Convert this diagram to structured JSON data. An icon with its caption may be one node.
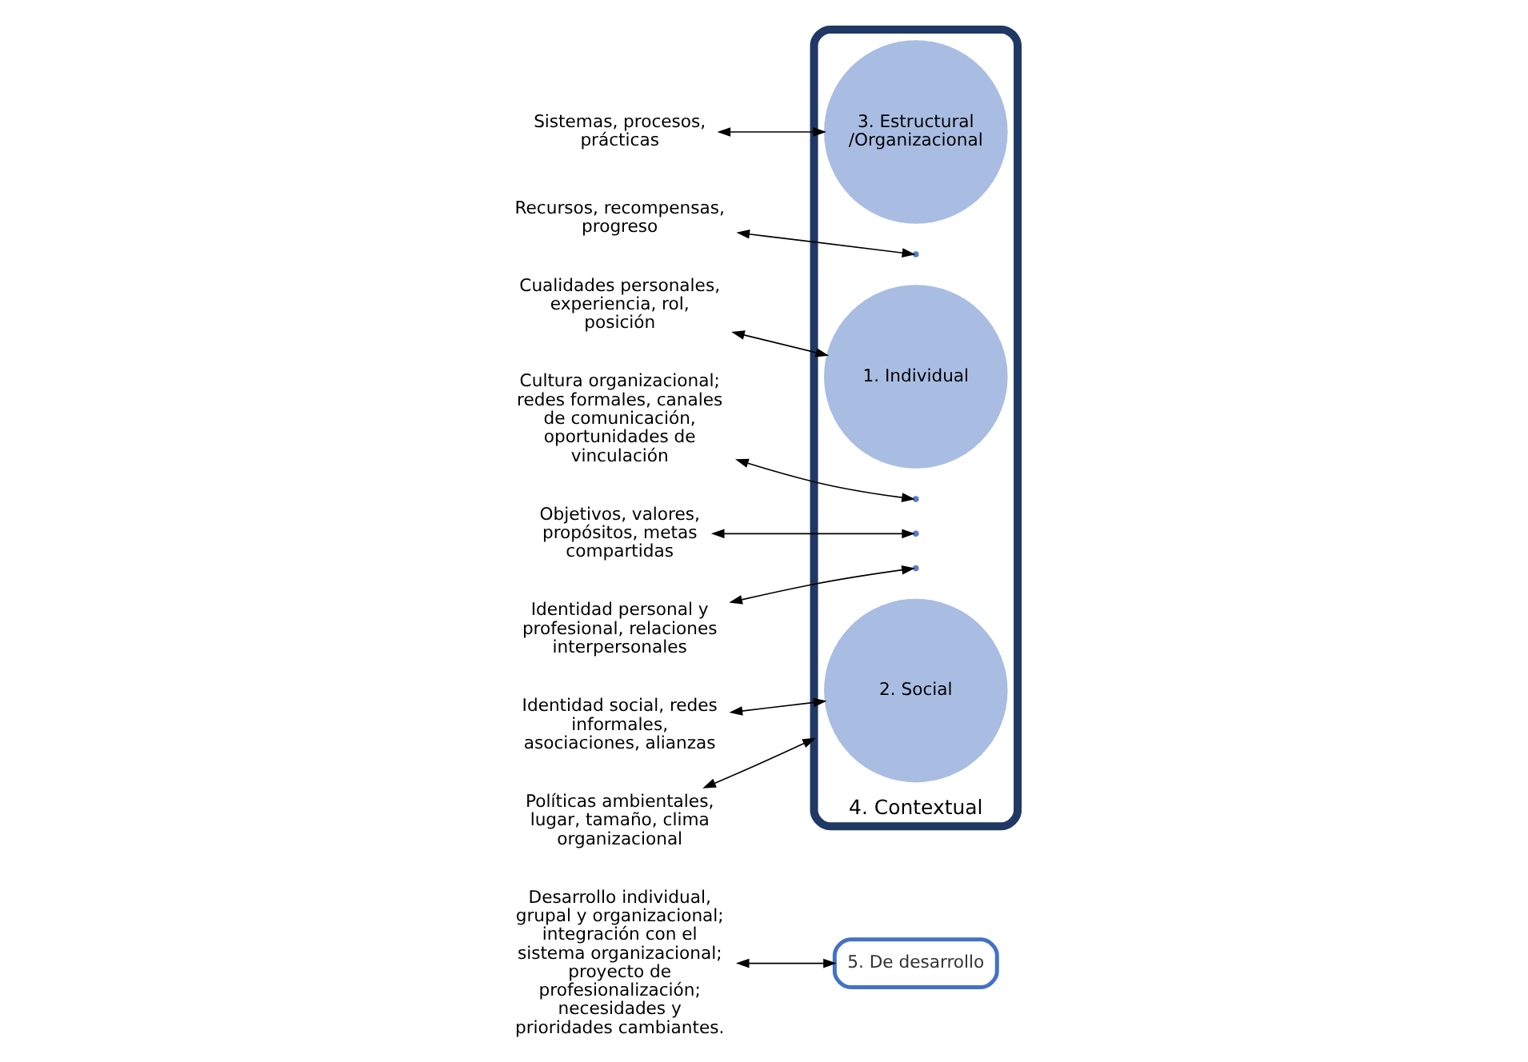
{
  "diagram": {
    "nodes": [
      {
        "text": [
          "5. De desarrollo"
        ]
      },
      {
        "text": [
          "4. Contextual"
        ]
      },
      {
        "text": [
          "3. Estructural /Organizacional"
        ],
        "in": 1
      },
      {
        "text": [
          "1. Individual"
        ],
        "in": 1
      },
      {
        "text": [
          "2. Social"
        ],
        "in": 1
      },
      {
        "text": [
          "Desarrollo individual, grupal y organizacional; integración con el sistema organizacional; proyecto de profesionalización; necesidades y prioridades cambiantes."
        ]
      },
      {
        "text": [
          "Sistemas, procesos, prácticas"
        ]
      },
      {
        "text": [
          "Recursos, recompensas, progreso"
        ]
      },
      {
        "text": [
          "Cualidades personales, experiencia, rol, posición"
        ]
      },
      {
        "text": [
          "Cultura organizacional; redes formales, canales de comunicación, oportunidades de vinculación"
        ]
      },
      {
        "text": [
          "Objetivos, valores, propósitos, metas compartidas"
        ]
      },
      {
        "text": [
          "Identidad personal y profesional, relaciones interpersonales"
        ]
      },
      {
        "text": [
          "Identidad social, redes informales, asociaciones, alianzas"
        ]
      },
      {
        "text": [
          "Políticas ambientales, lugar, tamaño, clima organizacional"
        ]
      }
    ],
    "edges": [
      {
        "from": 5,
        "to": 0,
        "arrow": "both"
      },
      {
        "from": 6,
        "to": 2,
        "arrow": "both"
      },
      {
        "from": 7,
        "to": null,
        "arrow": "both"
      },
      {
        "from": 8,
        "to": 3,
        "arrow": "both"
      },
      {
        "from": 9,
        "to": null,
        "arrow": "both"
      },
      {
        "from": 10,
        "to": null,
        "arrow": "both"
      },
      {
        "from": 11,
        "to": null,
        "arrow": "both"
      },
      {
        "from": 12,
        "to": 4,
        "arrow": "both"
      },
      {
        "from": 13,
        "to": 1,
        "arrow": "both"
      }
    ]
  }
}
